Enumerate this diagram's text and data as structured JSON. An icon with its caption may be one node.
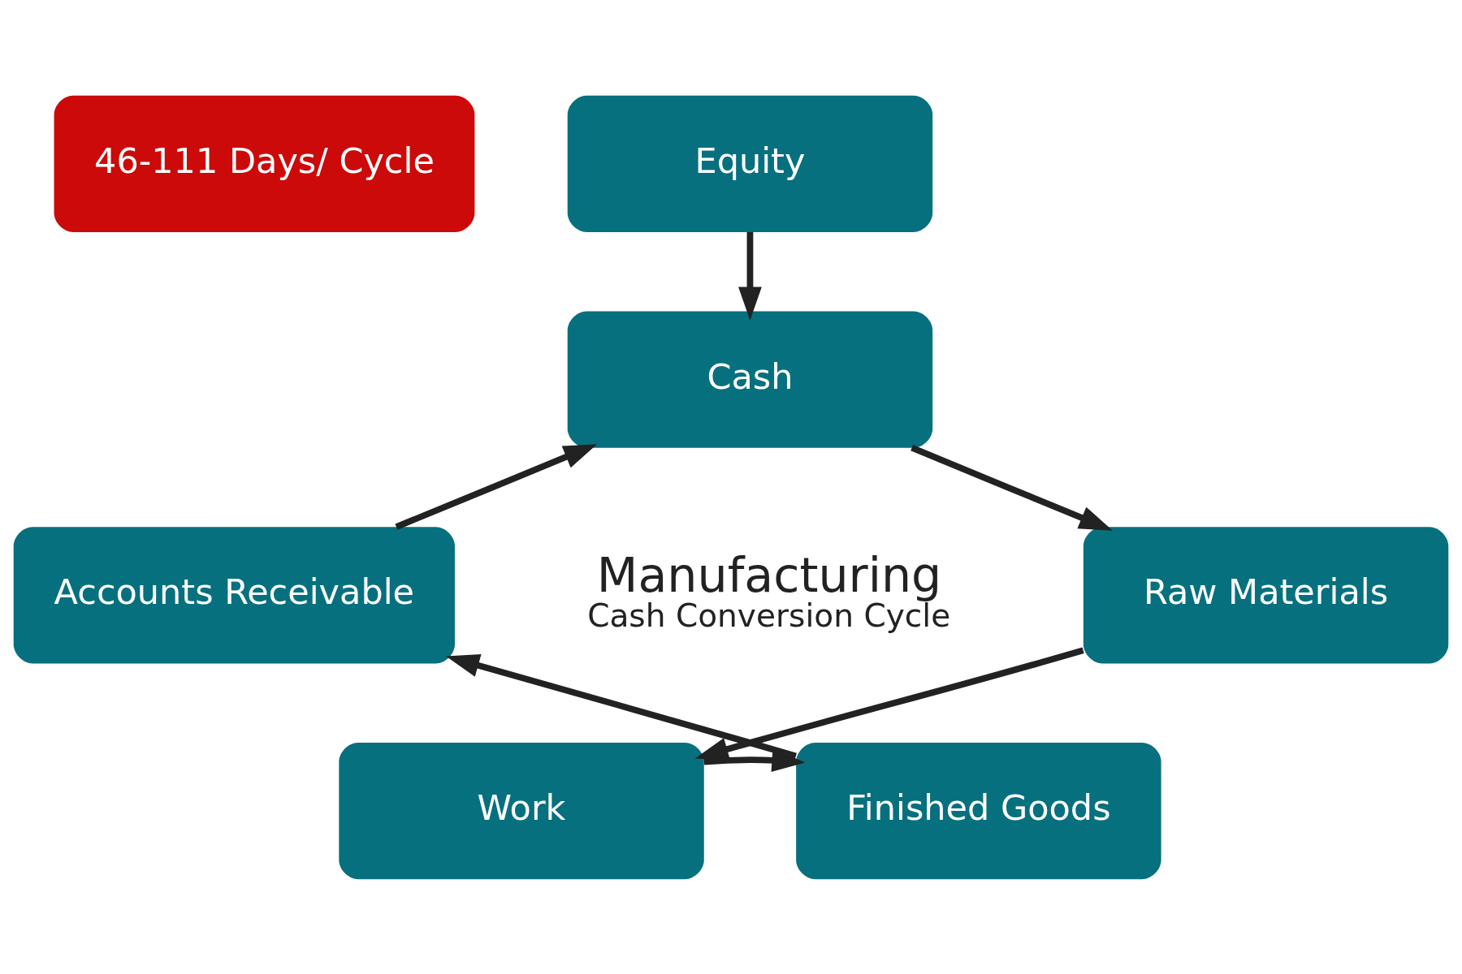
{
  "diagram": {
    "nodes": [
      {
        "text": [
          "46-111 Days/ Cycle"
        ]
      },
      {
        "text": [
          "Equity"
        ]
      },
      {
        "text": [
          "Cash"
        ]
      },
      {
        "text": [
          "Raw Materials"
        ]
      },
      {
        "text": [
          "Work"
        ]
      },
      {
        "text": [
          "Finished Goods"
        ]
      },
      {
        "text": [
          "Accounts Receivable"
        ]
      }
    ],
    "edges": [
      {
        "from": 1,
        "to": 2,
        "arrow": "to"
      },
      {
        "from": 2,
        "to": 3,
        "arrow": "to"
      },
      {
        "from": 3,
        "to": 4,
        "arrow": "to"
      },
      {
        "from": 4,
        "to": 5,
        "arrow": "to"
      },
      {
        "from": 5,
        "to": 6,
        "arrow": "to"
      },
      {
        "from": 6,
        "to": 2,
        "arrow": "to"
      }
    ],
    "labels": [
      "Manufacturing",
      "Cash Conversion Cycle"
    ]
  }
}
